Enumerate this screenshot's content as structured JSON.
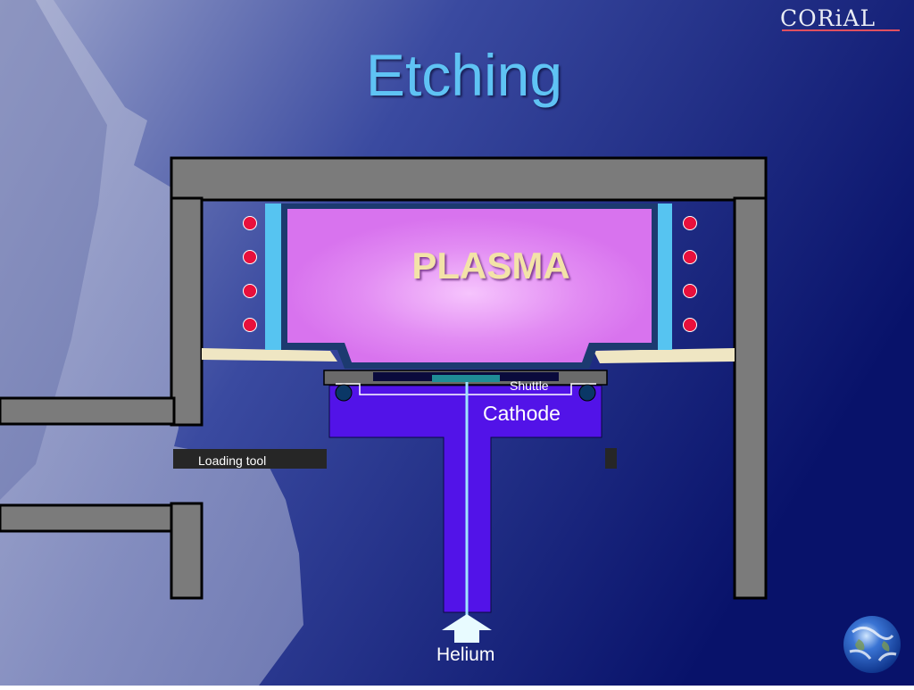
{
  "slide": {
    "title": "Etching",
    "logo": "CORiAL"
  },
  "diagram": {
    "plasma_label": "PLASMA",
    "cathode_label": "Cathode",
    "shuttle_label": "Shuttle",
    "loading_tool_label": "Loading tool",
    "gas_inlet_label": "Helium"
  },
  "colors": {
    "background": "#1a2a82",
    "title": "#5fc3f4",
    "chamber_wall": "#7b7b7b",
    "plasma": "#d873ee",
    "plasma_glow": "#f6c4fd",
    "cathode": "#5213e8",
    "coil_dots": "#e8103c",
    "quartz_window": "#56c4f1",
    "liner": "#efe6c3",
    "helium_line": "#9fe4ff"
  }
}
